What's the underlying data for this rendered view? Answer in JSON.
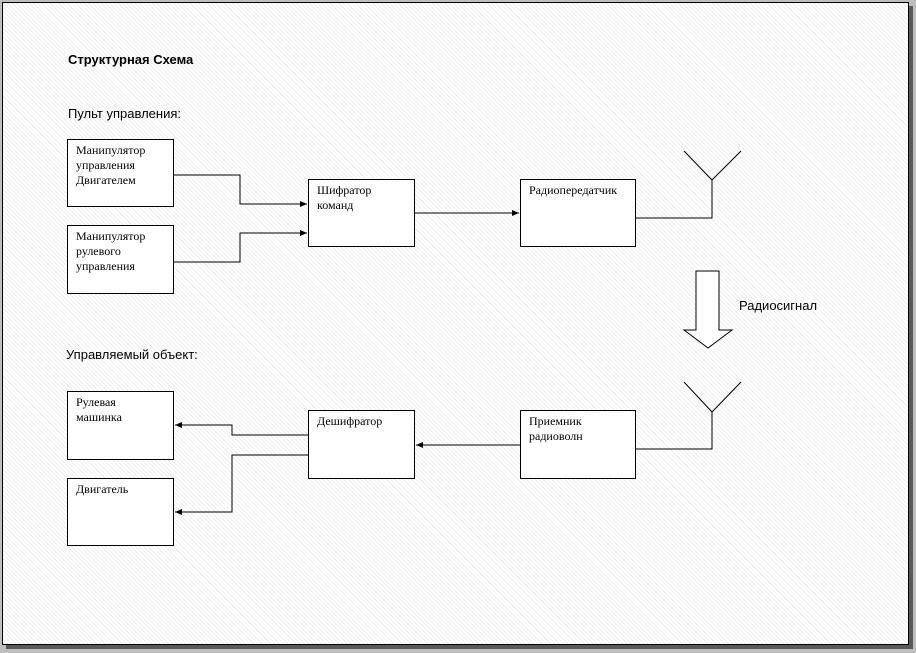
{
  "title": "Структурная Схема",
  "sections": {
    "control_panel": "Пульт управления:",
    "controlled_object": "Управляемый объект:"
  },
  "blocks": {
    "manipulator_engine": "Манипулятор\nуправления\nДвигателем",
    "manipulator_steering": "Манипулятор\nрулевого\nуправления",
    "encoder": "Шифратор\nкоманд",
    "transmitter": "Радиопередатчик",
    "steering_machine": "Рулевая\nмашинка",
    "engine": "Двигатель",
    "decoder": "Дешифратор",
    "receiver": "Приемник\nрадиоволн"
  },
  "radio_signal_label": "Радиосигнал"
}
